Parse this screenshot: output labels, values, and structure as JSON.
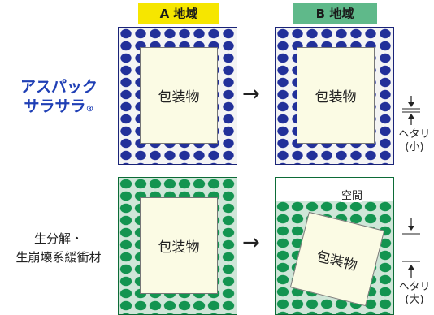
{
  "header": {
    "region_a": "A 地域",
    "region_b": "B 地域"
  },
  "rows": {
    "aspac": {
      "label_line1": "アスパック",
      "label_line2": "サラサラ",
      "label_reg": "®"
    },
    "bio": {
      "label_line1": "生分解・",
      "label_line2": "生崩壊系緩衝材"
    }
  },
  "package_label": "包装物",
  "arrow_symbol": "→",
  "gap_label": "空間",
  "settle_small": {
    "line1": "ヘタリ",
    "line2": "(小)"
  },
  "settle_large": {
    "line1": "ヘタリ",
    "line2": "(大)"
  },
  "colors": {
    "header_a": "#f6e600",
    "header_b": "#5fb98a",
    "blue_cushion": "#22309a",
    "green_cushion": "#139450"
  }
}
